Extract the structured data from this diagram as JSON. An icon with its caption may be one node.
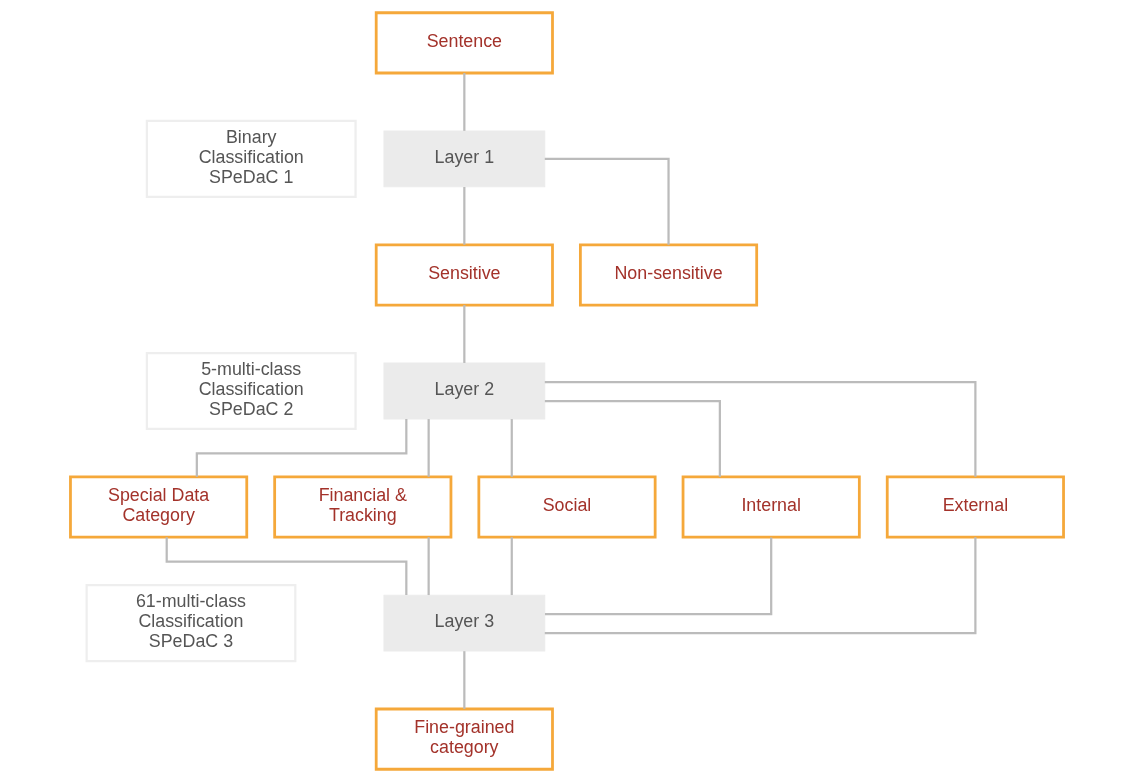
{
  "diagram": {
    "nodes": [
      {
        "text": [
          "Sentence"
        ]
      },
      {
        "text": [
          "Layer 1"
        ]
      },
      {
        "text": [
          "Sensitive"
        ]
      },
      {
        "text": [
          "Non-sensitive"
        ]
      },
      {
        "text": [
          "Layer 2"
        ]
      },
      {
        "text": [
          "Special Data Category"
        ]
      },
      {
        "text": [
          "Financial & Tracking"
        ]
      },
      {
        "text": [
          "Social"
        ]
      },
      {
        "text": [
          "Internal"
        ]
      },
      {
        "text": [
          "External"
        ]
      },
      {
        "text": [
          "Layer 3"
        ]
      },
      {
        "text": [
          "Fine-grained category"
        ]
      },
      {
        "text": [
          "Binary Classification SPeDaC 1"
        ]
      },
      {
        "text": [
          "5-multi-class Classification SPeDaC 2"
        ]
      },
      {
        "text": [
          "61-multi-class Classification SPeDaC 3"
        ]
      }
    ],
    "edges": [
      {
        "from": 0,
        "to": 1,
        "arrow": "none"
      },
      {
        "from": 1,
        "to": 2,
        "arrow": "none"
      },
      {
        "from": 1,
        "to": 3,
        "arrow": "none"
      },
      {
        "from": 2,
        "to": 4,
        "arrow": "none"
      },
      {
        "from": 4,
        "to": 5,
        "arrow": "none"
      },
      {
        "from": 4,
        "to": 6,
        "arrow": "none"
      },
      {
        "from": 4,
        "to": 7,
        "arrow": "none"
      },
      {
        "from": 4,
        "to": 8,
        "arrow": "none"
      },
      {
        "from": 4,
        "to": 9,
        "arrow": "none"
      },
      {
        "from": 5,
        "to": 10,
        "arrow": "none"
      },
      {
        "from": 6,
        "to": 10,
        "arrow": "none"
      },
      {
        "from": 7,
        "to": 10,
        "arrow": "none"
      },
      {
        "from": 8,
        "to": 10,
        "arrow": "none"
      },
      {
        "from": 9,
        "to": 10,
        "arrow": "none"
      },
      {
        "from": 10,
        "to": 11,
        "arrow": "none"
      }
    ]
  }
}
